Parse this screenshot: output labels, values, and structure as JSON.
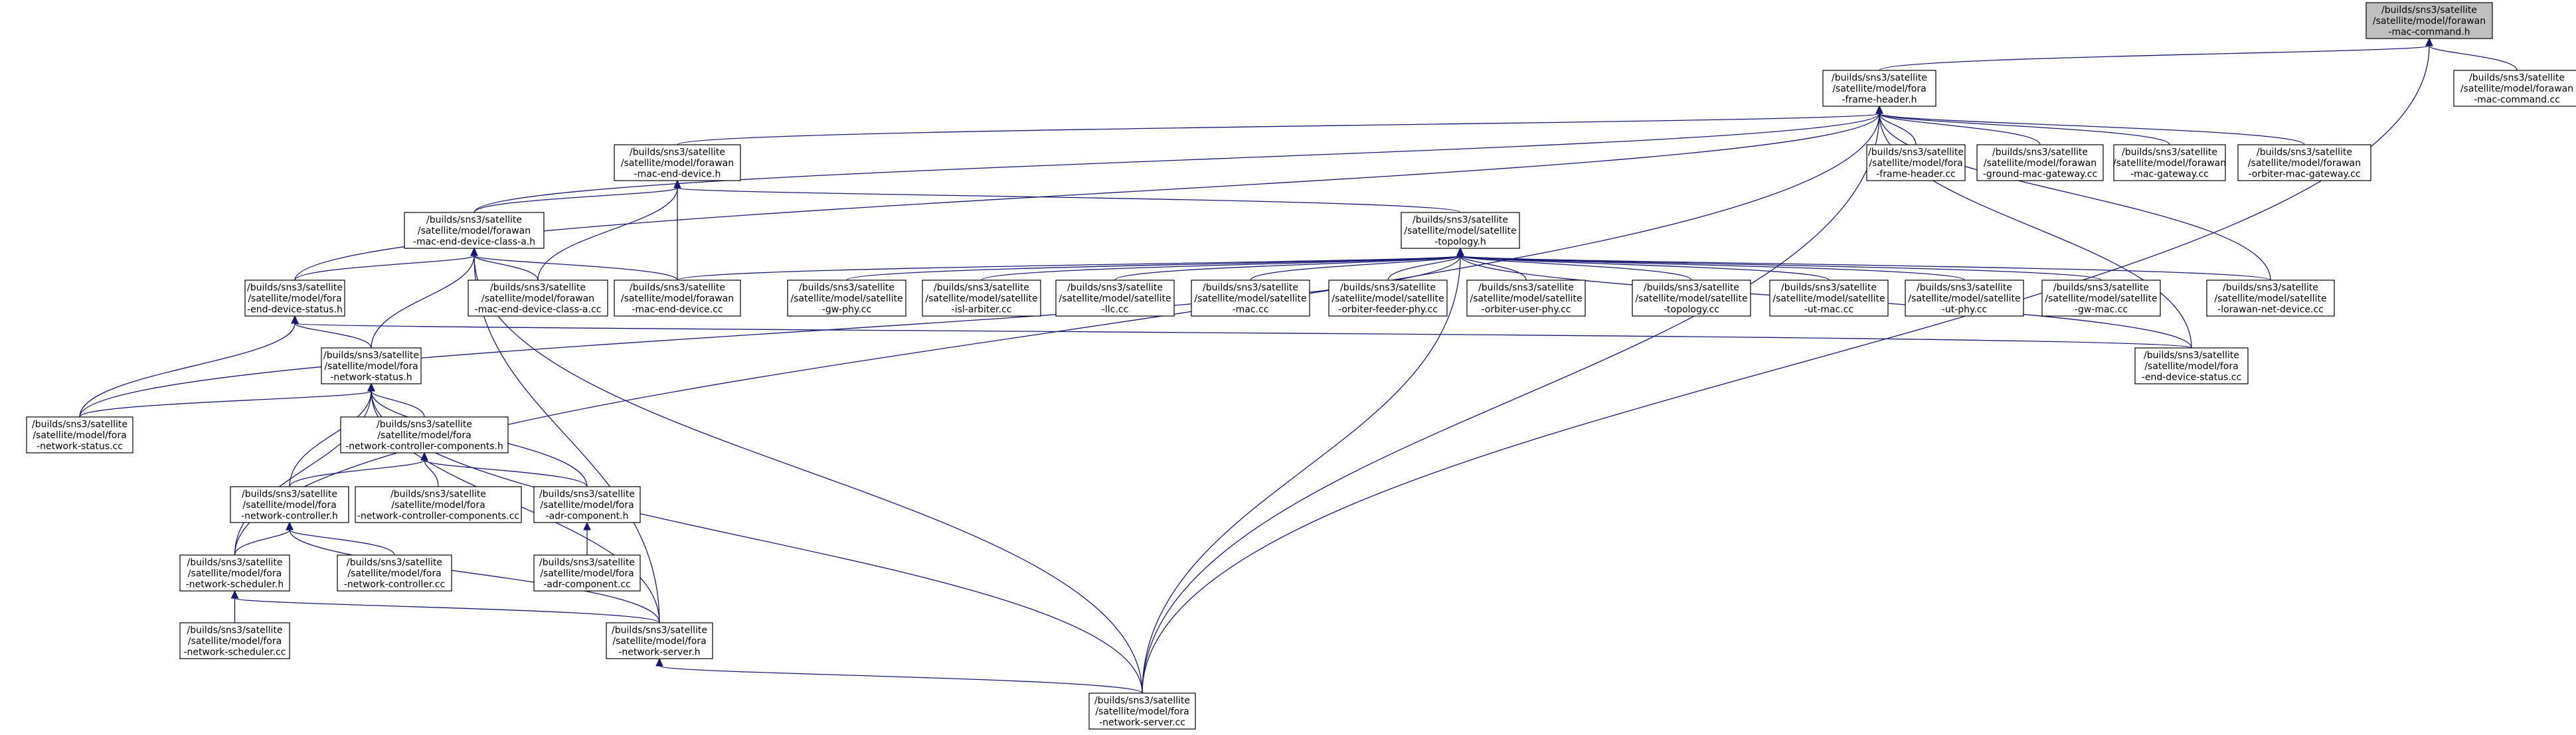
{
  "graph": {
    "colors": {
      "edge": "#191970",
      "node_border": "#000000",
      "highlight_fill": "#bfbfbf",
      "background": "#ffffff"
    },
    "nodes": [
      {
        "id": "mac_cmd_h",
        "lines": [
          "/builds/sns3/satellite",
          "/satellite/model/forawan",
          "-mac-command.h"
        ],
        "highlight": true
      },
      {
        "id": "mac_cmd_cc",
        "lines": [
          "/builds/sns3/satellite",
          "/satellite/model/forawan",
          "-mac-command.cc"
        ]
      },
      {
        "id": "frame_header_h",
        "lines": [
          "/builds/sns3/satellite",
          "/satellite/model/fora",
          "-frame-header.h"
        ]
      },
      {
        "id": "frame_header_cc",
        "lines": [
          "/builds/sns3/satellite",
          "/satellite/model/fora",
          "-frame-header.cc"
        ]
      },
      {
        "id": "ground_mac_gw_cc",
        "lines": [
          "/builds/sns3/satellite",
          "/satellite/model/forawan",
          "-ground-mac-gateway.cc"
        ]
      },
      {
        "id": "mac_gw_cc",
        "lines": [
          "/builds/sns3/satellite",
          "/satellite/model/forawan",
          "-mac-gateway.cc"
        ]
      },
      {
        "id": "orbiter_mac_gw_cc",
        "lines": [
          "/builds/sns3/satellite",
          "/satellite/model/forawan",
          "-orbiter-mac-gateway.cc"
        ]
      },
      {
        "id": "mac_end_device_h",
        "lines": [
          "/builds/sns3/satellite",
          "/satellite/model/forawan",
          "-mac-end-device.h"
        ]
      },
      {
        "id": "class_a_h",
        "lines": [
          "/builds/sns3/satellite",
          "/satellite/model/forawan",
          "-mac-end-device-class-a.h"
        ]
      },
      {
        "id": "topology_h",
        "lines": [
          "/builds/sns3/satellite",
          "/satellite/model/satellite",
          "-topology.h"
        ]
      },
      {
        "id": "ed_status_h",
        "lines": [
          "/builds/sns3/satellite",
          "/satellite/model/fora",
          "-end-device-status.h"
        ]
      },
      {
        "id": "class_a_cc",
        "lines": [
          "/builds/sns3/satellite",
          "/satellite/model/forawan",
          "-mac-end-device-class-a.cc"
        ]
      },
      {
        "id": "mac_ed_cc",
        "lines": [
          "/builds/sns3/satellite",
          "/satellite/model/forawan",
          "-mac-end-device.cc"
        ]
      },
      {
        "id": "gw_phy_cc",
        "lines": [
          "/builds/sns3/satellite",
          "/satellite/model/satellite",
          "-gw-phy.cc"
        ]
      },
      {
        "id": "isl_arbiter_cc",
        "lines": [
          "/builds/sns3/satellite",
          "/satellite/model/satellite",
          "-isl-arbiter.cc"
        ]
      },
      {
        "id": "llc_cc",
        "lines": [
          "/builds/sns3/satellite",
          "/satellite/model/satellite",
          "-llc.cc"
        ]
      },
      {
        "id": "mac_cc",
        "lines": [
          "/builds/sns3/satellite",
          "/satellite/model/satellite",
          "-mac.cc"
        ]
      },
      {
        "id": "orbiter_feeder_cc",
        "lines": [
          "/builds/sns3/satellite",
          "/satellite/model/satellite",
          "-orbiter-feeder-phy.cc"
        ]
      },
      {
        "id": "orbiter_user_cc",
        "lines": [
          "/builds/sns3/satellite",
          "/satellite/model/satellite",
          "-orbiter-user-phy.cc"
        ]
      },
      {
        "id": "topology_cc",
        "lines": [
          "/builds/sns3/satellite",
          "/satellite/model/satellite",
          "-topology.cc"
        ]
      },
      {
        "id": "ut_mac_cc",
        "lines": [
          "/builds/sns3/satellite",
          "/satellite/model/satellite",
          "-ut-mac.cc"
        ]
      },
      {
        "id": "ut_phy_cc",
        "lines": [
          "/builds/sns3/satellite",
          "/satellite/model/satellite",
          "-ut-phy.cc"
        ]
      },
      {
        "id": "gw_mac_cc",
        "lines": [
          "/builds/sns3/satellite",
          "/satellite/model/satellite",
          "-gw-mac.cc"
        ]
      },
      {
        "id": "lorawan_net_device_cc",
        "lines": [
          "/builds/sns3/satellite",
          "/satellite/model/satellite",
          "-lorawan-net-device.cc"
        ]
      },
      {
        "id": "net_status_h",
        "lines": [
          "/builds/sns3/satellite",
          "/satellite/model/fora",
          "-network-status.h"
        ]
      },
      {
        "id": "ed_status_cc",
        "lines": [
          "/builds/sns3/satellite",
          "/satellite/model/fora",
          "-end-device-status.cc"
        ]
      },
      {
        "id": "net_status_cc",
        "lines": [
          "/builds/sns3/satellite",
          "/satellite/model/fora",
          "-network-status.cc"
        ]
      },
      {
        "id": "ncc_h",
        "lines": [
          "/builds/sns3/satellite",
          "/satellite/model/fora",
          "-network-controller-components.h"
        ]
      },
      {
        "id": "nc_h",
        "lines": [
          "/builds/sns3/satellite",
          "/satellite/model/fora",
          "-network-controller.h"
        ]
      },
      {
        "id": "ncc_cc",
        "lines": [
          "/builds/sns3/satellite",
          "/satellite/model/fora",
          "-network-controller-components.cc"
        ]
      },
      {
        "id": "adr_h",
        "lines": [
          "/builds/sns3/satellite",
          "/satellite/model/fora",
          "-adr-component.h"
        ]
      },
      {
        "id": "ns_sched_h",
        "lines": [
          "/builds/sns3/satellite",
          "/satellite/model/fora",
          "-network-scheduler.h"
        ]
      },
      {
        "id": "nc_cc",
        "lines": [
          "/builds/sns3/satellite",
          "/satellite/model/fora",
          "-network-controller.cc"
        ]
      },
      {
        "id": "adr_cc",
        "lines": [
          "/builds/sns3/satellite",
          "/satellite/model/fora",
          "-adr-component.cc"
        ]
      },
      {
        "id": "ns_sched_cc",
        "lines": [
          "/builds/sns3/satellite",
          "/satellite/model/fora",
          "-network-scheduler.cc"
        ]
      },
      {
        "id": "ns_server_h",
        "lines": [
          "/builds/sns3/satellite",
          "/satellite/model/fora",
          "-network-server.h"
        ]
      },
      {
        "id": "ns_server_cc",
        "lines": [
          "/builds/sns3/satellite",
          "/satellite/model/fora",
          "-network-server.cc"
        ]
      }
    ],
    "edges": [
      [
        "mac_cmd_cc",
        "mac_cmd_h"
      ],
      [
        "frame_header_h",
        "mac_cmd_h"
      ],
      [
        "ns_server_cc",
        "mac_cmd_h"
      ],
      [
        "frame_header_cc",
        "frame_header_h"
      ],
      [
        "ground_mac_gw_cc",
        "frame_header_h"
      ],
      [
        "mac_gw_cc",
        "frame_header_h"
      ],
      [
        "orbiter_mac_gw_cc",
        "frame_header_h"
      ],
      [
        "mac_end_device_h",
        "frame_header_h"
      ],
      [
        "class_a_h",
        "frame_header_h"
      ],
      [
        "ed_status_h",
        "frame_header_h"
      ],
      [
        "ns_sched_h",
        "frame_header_h"
      ],
      [
        "lorawan_net_device_cc",
        "frame_header_h"
      ],
      [
        "ed_status_cc",
        "frame_header_h"
      ],
      [
        "ns_server_cc",
        "frame_header_h"
      ],
      [
        "class_a_h",
        "mac_end_device_h"
      ],
      [
        "class_a_cc",
        "mac_end_device_h"
      ],
      [
        "mac_ed_cc",
        "mac_end_device_h"
      ],
      [
        "topology_h",
        "mac_end_device_h"
      ],
      [
        "ed_status_h",
        "class_a_h"
      ],
      [
        "class_a_cc",
        "class_a_h"
      ],
      [
        "mac_ed_cc",
        "class_a_h"
      ],
      [
        "net_status_h",
        "class_a_h"
      ],
      [
        "ns_server_h",
        "class_a_h"
      ],
      [
        "ns_server_cc",
        "class_a_h"
      ],
      [
        "mac_ed_cc",
        "topology_h"
      ],
      [
        "gw_phy_cc",
        "topology_h"
      ],
      [
        "isl_arbiter_cc",
        "topology_h"
      ],
      [
        "llc_cc",
        "topology_h"
      ],
      [
        "mac_cc",
        "topology_h"
      ],
      [
        "orbiter_feeder_cc",
        "topology_h"
      ],
      [
        "orbiter_user_cc",
        "topology_h"
      ],
      [
        "topology_cc",
        "topology_h"
      ],
      [
        "ut_mac_cc",
        "topology_h"
      ],
      [
        "ut_phy_cc",
        "topology_h"
      ],
      [
        "gw_mac_cc",
        "topology_h"
      ],
      [
        "lorawan_net_device_cc",
        "topology_h"
      ],
      [
        "ed_status_cc",
        "topology_h"
      ],
      [
        "net_status_cc",
        "topology_h"
      ],
      [
        "ns_server_cc",
        "topology_h"
      ],
      [
        "net_status_h",
        "ed_status_h"
      ],
      [
        "net_status_cc",
        "ed_status_h"
      ],
      [
        "ed_status_cc",
        "ed_status_h"
      ],
      [
        "net_status_cc",
        "net_status_h"
      ],
      [
        "ncc_h",
        "net_status_h"
      ],
      [
        "nc_h",
        "net_status_h"
      ],
      [
        "adr_h",
        "net_status_h"
      ],
      [
        "ns_sched_h",
        "net_status_h"
      ],
      [
        "ns_server_h",
        "net_status_h"
      ],
      [
        "ns_server_cc",
        "net_status_h"
      ],
      [
        "nc_h",
        "ncc_h"
      ],
      [
        "ncc_cc",
        "ncc_h"
      ],
      [
        "adr_h",
        "ncc_h"
      ],
      [
        "ns_sched_h",
        "nc_h"
      ],
      [
        "nc_cc",
        "nc_h"
      ],
      [
        "ns_server_h",
        "nc_h"
      ],
      [
        "adr_cc",
        "adr_h"
      ],
      [
        "ns_sched_cc",
        "ns_sched_h"
      ],
      [
        "ns_server_h",
        "ns_sched_h"
      ],
      [
        "ns_server_cc",
        "ns_server_h"
      ]
    ]
  }
}
